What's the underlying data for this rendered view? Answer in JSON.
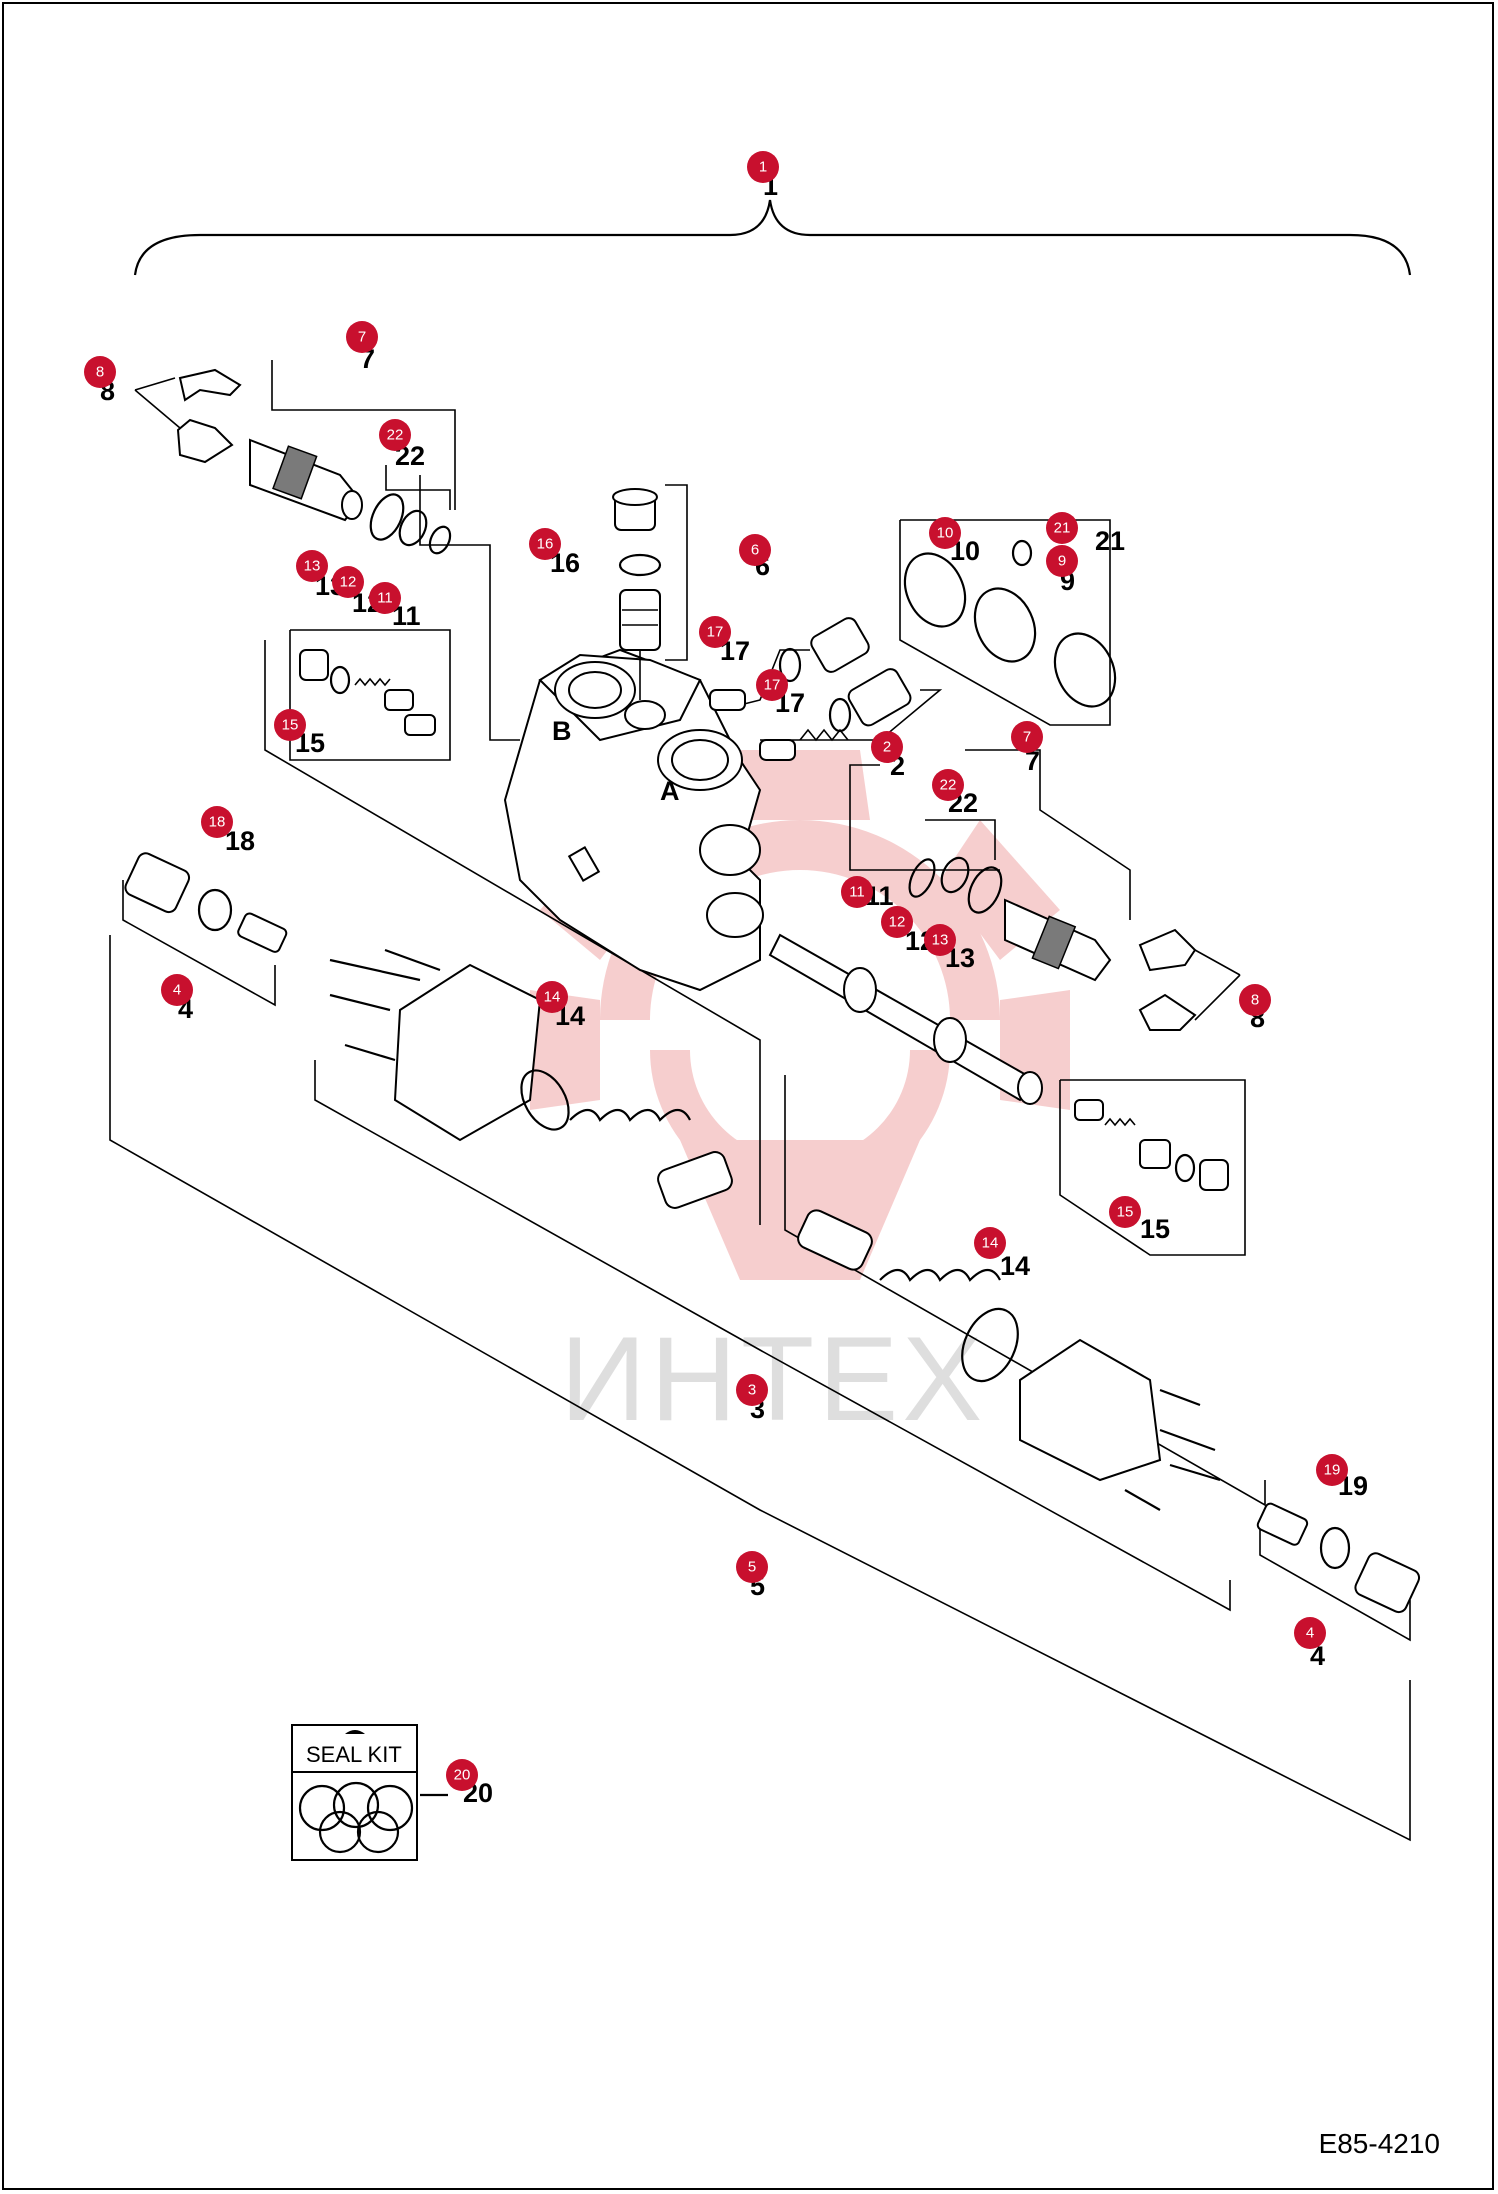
{
  "drawing_code": "E85-4210",
  "watermark": "ИНТЕХ",
  "seal_kit_label": "SEAL KIT",
  "port_labels": {
    "a": "A",
    "b": "B"
  },
  "colors": {
    "callout": "#c8102e",
    "watermark": "#f5c6c6",
    "line": "#000000"
  },
  "callouts": {
    "c1": "1",
    "c2": "2",
    "c3": "3",
    "c4a": "4",
    "c4b": "4",
    "c5": "5",
    "c6": "6",
    "c7a": "7",
    "c7b": "7",
    "c8a": "8",
    "c8b": "8",
    "c9": "9",
    "c10": "10",
    "c11a": "11",
    "c11b": "11",
    "c12a": "12",
    "c12b": "12",
    "c13a": "13",
    "c13b": "13",
    "c14a": "14",
    "c14b": "14",
    "c15a": "15",
    "c15b": "15",
    "c16": "16",
    "c17a": "17",
    "c17b": "17",
    "c18": "18",
    "c19": "19",
    "c20": "20",
    "c21": "21",
    "c22a": "22",
    "c22b": "22"
  },
  "labels": {
    "l1": "1",
    "l2": "2",
    "l3": "3",
    "l4a": "4",
    "l4b": "4",
    "l5": "5",
    "l6": "6",
    "l7a": "7",
    "l7b": "7",
    "l8a": "8",
    "l8b": "8",
    "l9": "9",
    "l10": "10",
    "l11a": "11",
    "l11b": "11",
    "l12a": "12",
    "l12b": "12",
    "l13a": "13",
    "l13b": "13",
    "l14a": "14",
    "l14b": "14",
    "l15a": "15",
    "l15b": "15",
    "l16": "16",
    "l17a": "17",
    "l17b": "17",
    "l18": "18",
    "l19": "19",
    "l20": "20",
    "l21": "21",
    "l22a": "22",
    "l22b": "22"
  }
}
